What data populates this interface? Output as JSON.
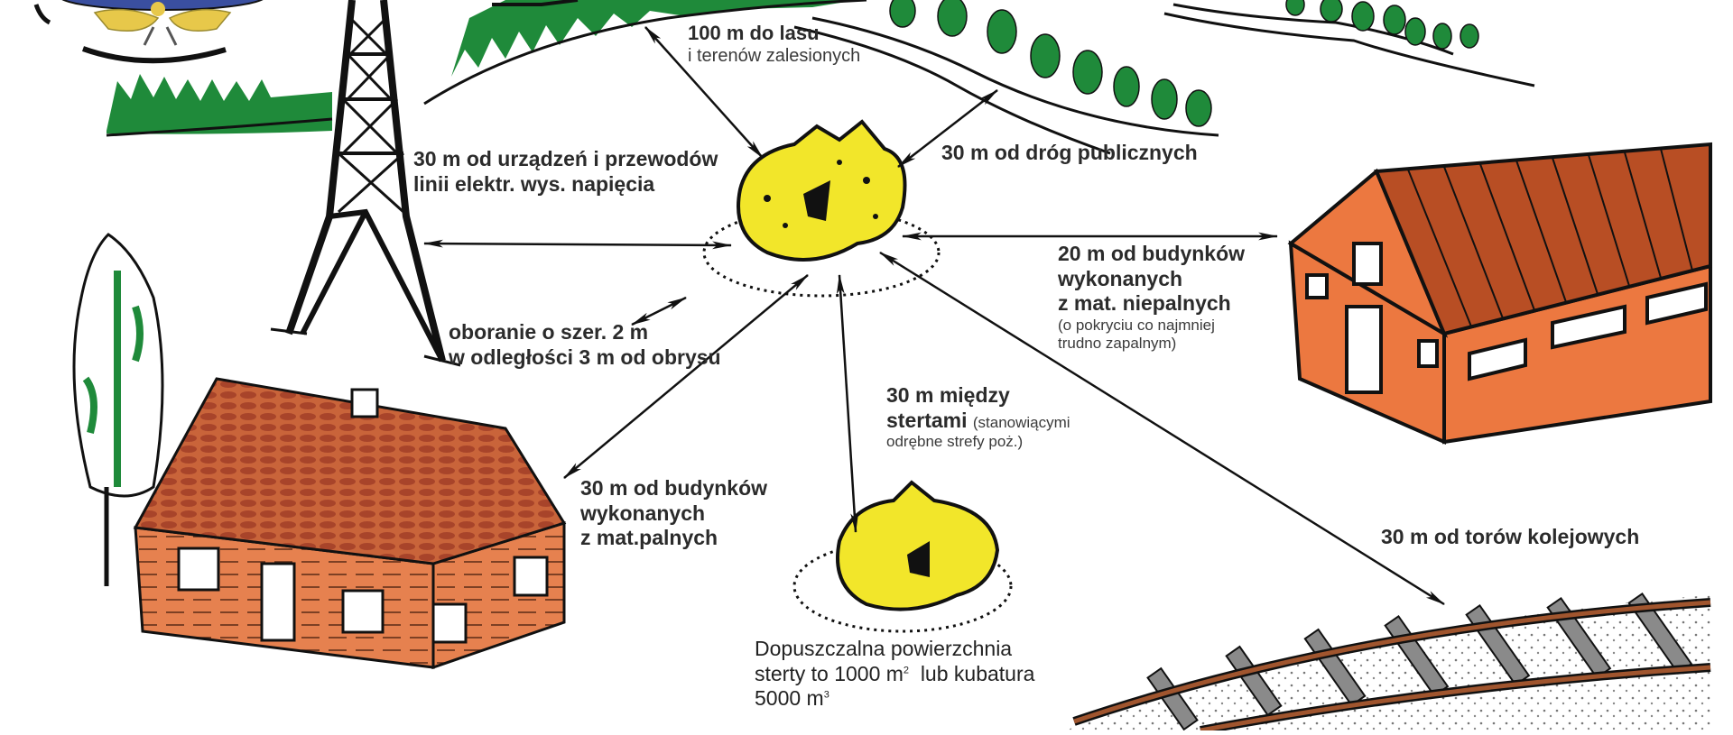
{
  "diagram": {
    "title": "",
    "subject": "Minimum distances for haystacks / straw stacks (fire safety)",
    "colors": {
      "forest_green": "#1f8a3a",
      "haystack_yellow": "#f2e62a",
      "house_wall": "#e27a4a",
      "house_roof": "#b5532a",
      "building_wall": "#ec7840",
      "building_roof": "#b84e24",
      "rail": "#a0552e",
      "sleeper": "#8a8a8a",
      "logo_blue": "#3a4fa0",
      "logo_gold": "#e7c84a",
      "ink": "#111111"
    },
    "labels": {
      "forest": {
        "line1": "100 m do lasu",
        "line2": "i terenów zalesionych"
      },
      "power_line": {
        "line1": "30 m od urządzeń i przewodów",
        "line2": "linii elektr. wys. napięcia"
      },
      "public_roads": {
        "line1": "30 m od dróg publicznych"
      },
      "nonflammable_buildings": {
        "line1": "20 m od budynków",
        "line2": "wykonanych",
        "line3": "z mat. niepalnych",
        "line4": "(o pokryciu co najmniej",
        "line5": "trudno zapalnym)"
      },
      "plowing": {
        "line1": "oboranie o szer. 2 m",
        "line2": "w odległości 3 m od obrysu"
      },
      "between_stacks": {
        "line1": "30 m między",
        "line2_bold": "stertami",
        "line2_small": "(stanowiącymi",
        "line3": "odrębne strefy poż.)"
      },
      "flammable_buildings": {
        "line1": "30 m od budynków",
        "line2": "wykonanych",
        "line3": "z mat.palnych"
      },
      "railway": {
        "line1": "30 m od torów kolejowych"
      },
      "allowed_size": {
        "line1": "Dopuszczalna powierzchnia",
        "line2a": "sterty to 1000 m",
        "line2_sup": "2",
        "line2b": "  lub kubatura",
        "line3a": "5000 m",
        "line3_sup": "3"
      }
    },
    "objects": [
      {
        "name": "haystack-main",
        "type": "haystack"
      },
      {
        "name": "haystack-second",
        "type": "haystack"
      },
      {
        "name": "power-pylon",
        "type": "pylon"
      },
      {
        "name": "wooden-house",
        "type": "house"
      },
      {
        "name": "brick-building",
        "type": "building"
      },
      {
        "name": "railway-track",
        "type": "railway"
      },
      {
        "name": "forest-hill",
        "type": "forest"
      },
      {
        "name": "public-road",
        "type": "road"
      },
      {
        "name": "poplar-tree",
        "type": "tree"
      },
      {
        "name": "fire-service-logo",
        "type": "logo"
      }
    ]
  }
}
